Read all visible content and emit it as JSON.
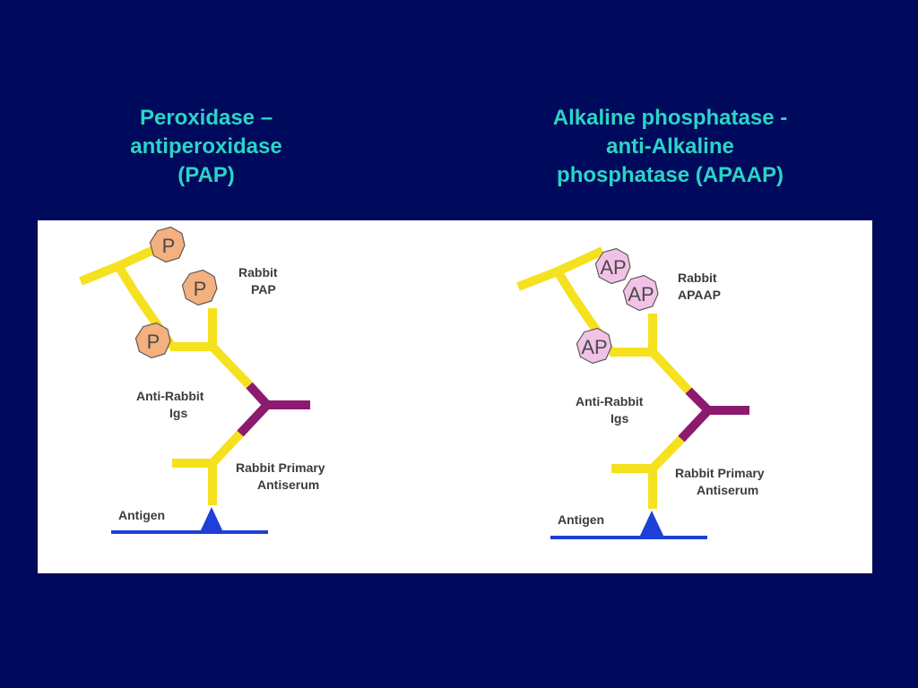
{
  "headings": {
    "left": [
      "Peroxidase –",
      "antiperoxidase",
      "(PAP)"
    ],
    "right": [
      "Alkaline phosphatase -",
      "anti-Alkaline",
      "phosphatase (APAAP)"
    ]
  },
  "pap": {
    "complex_label": [
      "Rabbit",
      "PAP"
    ],
    "anti_label": [
      "Anti-Rabbit",
      "Igs"
    ],
    "primary_label": [
      "Rabbit  Primary",
      "Antiserum"
    ],
    "antigen_label": "Antigen",
    "enzyme_text": "P"
  },
  "apaap": {
    "complex_label": [
      "Rabbit",
      "APAAP"
    ],
    "anti_label": [
      "Anti-Rabbit",
      "Igs"
    ],
    "primary_label": [
      "Rabbit  Primary",
      "Antiserum"
    ],
    "antigen_label": "Antigen",
    "enzyme_text": "AP"
  },
  "colors": {
    "background": "#000a5c",
    "heading": "#2bd4c4",
    "antibody_yellow": "#f5e11e",
    "anti_igs_purple": "#8c1a6e",
    "peroxidase_fill": "#f4b07e",
    "phosphatase_fill": "#f2c2e6",
    "antigen_blue": "#1e3fd8"
  }
}
